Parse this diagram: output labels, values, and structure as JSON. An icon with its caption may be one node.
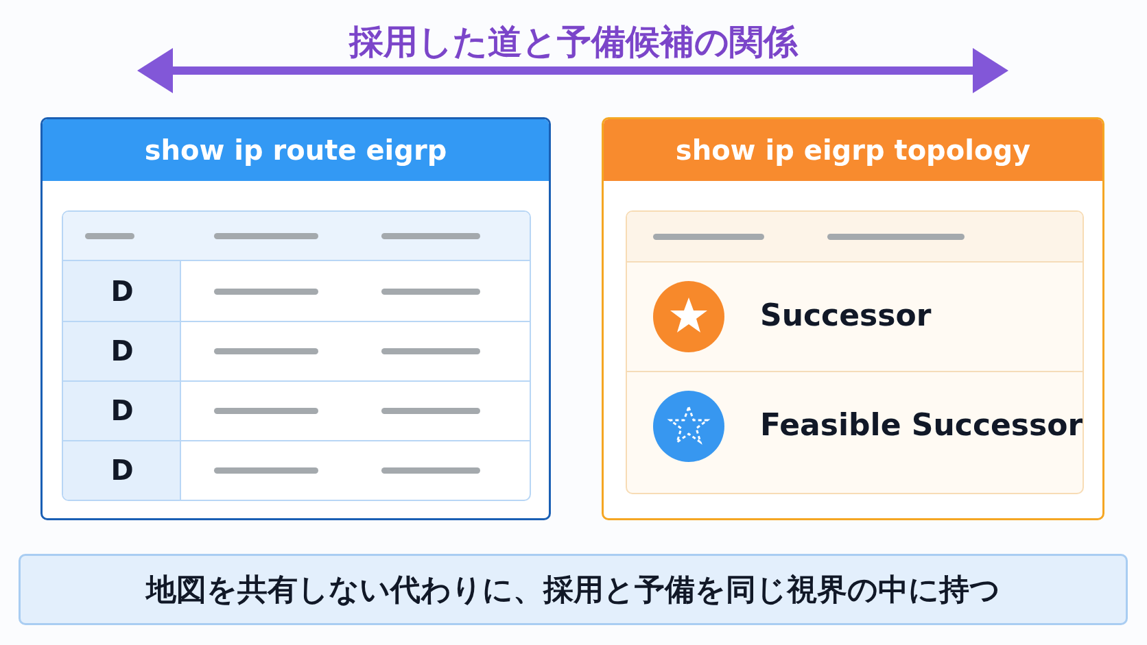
{
  "diagram": {
    "title": "採用した道と予備候補の関係",
    "nodes": [
      {
        "text": [
          "show ip route eigrp"
        ]
      },
      {
        "text": [
          "show ip eigrp topology"
        ]
      },
      {
        "text": [
          "地図を共有しない代わりに、採用と予備を同じ視界の中に持つ"
        ]
      }
    ],
    "labels": [
      "D",
      "D",
      "D",
      "D",
      "Successor",
      "Feasible Successor"
    ]
  }
}
